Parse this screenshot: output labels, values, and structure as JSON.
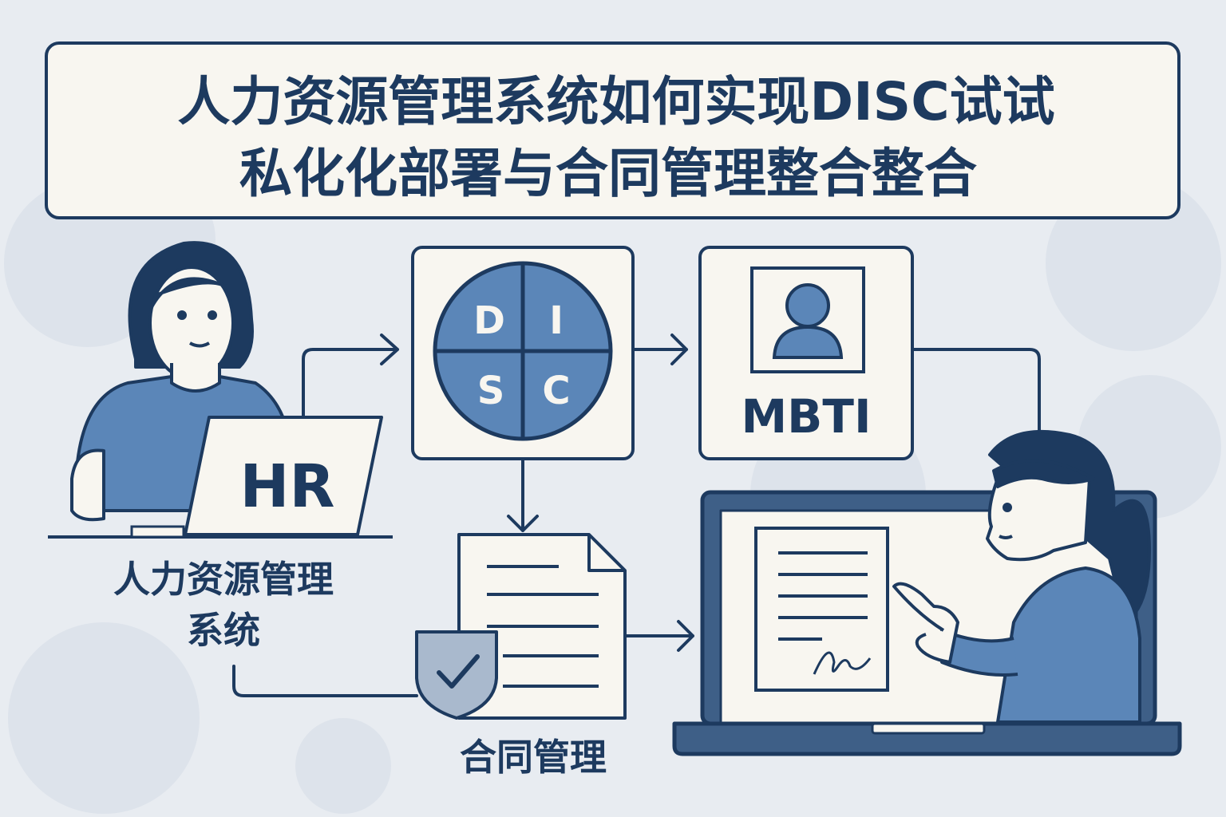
{
  "title": {
    "line1": "人力资源管理系统如何实现DISC试试",
    "line2": "私化化部署与合同管理整合整合"
  },
  "hr_laptop_label": "HR",
  "hr_system_label": {
    "line1": "人力资源管理",
    "line2": "系统"
  },
  "disc": {
    "d": "D",
    "i": "I",
    "s": "S",
    "c": "C"
  },
  "mbti_label": "MBTI",
  "contract_label": "合同管理",
  "colors": {
    "navy": "#1d3a5f",
    "blue": "#5b86b8",
    "paper": "#f7f5ef",
    "background": "#e8ecf1"
  }
}
